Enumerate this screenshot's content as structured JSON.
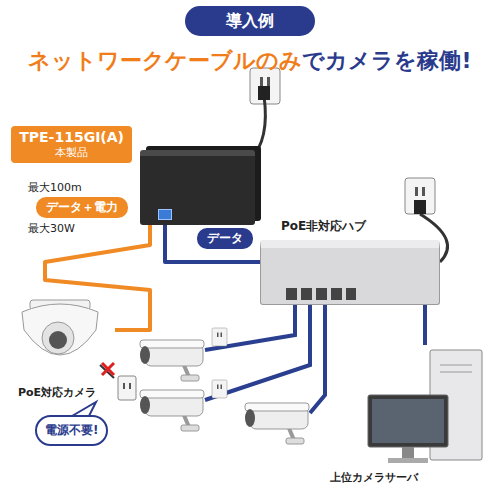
{
  "diagram": {
    "title": "導入例",
    "nodes": [
      {
        "text": [
          "TPE-115GI(A)",
          "本製品"
        ]
      },
      {
        "text": [
          "PoE対応カメラ"
        ]
      },
      {
        "text": [
          "PoE非対応ハブ"
        ]
      },
      {
        "text": [
          "上位カメラサーバ"
        ]
      },
      {
        "text": [
          "電源不要!"
        ]
      }
    ],
    "edges": [
      {
        "from": 0,
        "to": 1,
        "arrow": "none",
        "label": "データ＋電力"
      },
      {
        "from": 0,
        "to": 2,
        "arrow": "none",
        "label": "データ"
      },
      {
        "from": 2,
        "to": 3,
        "arrow": "none"
      }
    ],
    "labels": [
      "ネットワークケーブルのみ",
      "でカメラを稼働!",
      "最大100m",
      "最大30W"
    ]
  }
}
